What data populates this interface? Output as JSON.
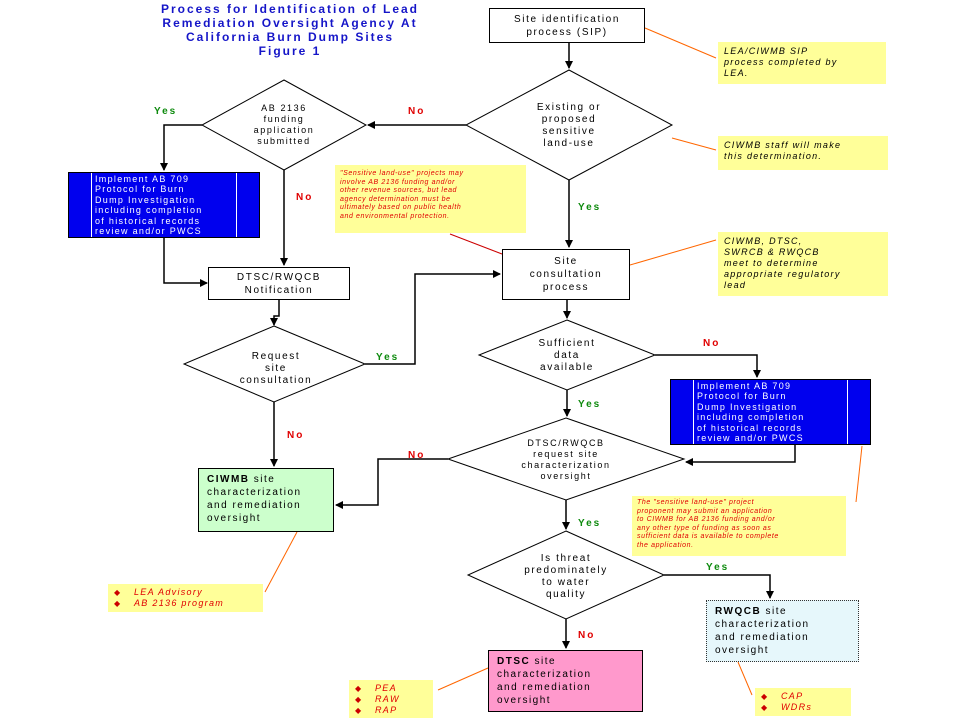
{
  "title": {
    "line1": "Process for Identification of Lead",
    "line2": "Remediation Oversight Agency At",
    "line3": "California Burn Dump Sites",
    "line4": "Figure 1"
  },
  "nodes": {
    "sip": {
      "line1": "Site identification",
      "line2": "process (SIP)"
    },
    "existing": {
      "line1": "Existing or",
      "line2": "proposed",
      "line3": "sensitive",
      "line4": "land-use"
    },
    "ab2136": {
      "line1": "AB 2136",
      "line2": "funding",
      "line3": "application",
      "line4": "submitted"
    },
    "implement_left": {
      "line1": "Implement AB 709",
      "line2": "Protocol for Burn",
      "line3": "Dump Investigation",
      "line4": "including completion",
      "line5": "of historical records",
      "line6": "review and/or PWCS"
    },
    "notification": {
      "line1": "DTSC/RWQCB",
      "line2": "Notification"
    },
    "consultation": {
      "line1": "Site",
      "line2": "consultation",
      "line3": "process"
    },
    "request": {
      "line1": "Request",
      "line2": "site",
      "line3": "consultation"
    },
    "sufficient": {
      "line1": "Sufficient",
      "line2": "data",
      "line3": "available"
    },
    "implement_right": {
      "line1": "Implement AB 709",
      "line2": "Protocol for Burn",
      "line3": "Dump Investigation",
      "line4": "including completion",
      "line5": "of historical records",
      "line6": "review and/or PWCS"
    },
    "dtsc_request": {
      "line1": "DTSC/RWQCB",
      "line2": "request site",
      "line3": "characterization",
      "line4": "oversight"
    },
    "ciwmb": {
      "bold": "CIWMB",
      "rest1": " site",
      "line2": "characterization",
      "line3": "and remediation",
      "line4": "oversight"
    },
    "threat": {
      "line1": "Is threat",
      "line2": "predominately",
      "line3": "to water",
      "line4": "quality"
    },
    "rwqcb": {
      "bold": "RWQCB",
      "rest1": " site",
      "line2": "characterization",
      "line3": "and remediation",
      "line4": "oversight"
    },
    "dtsc_outcome": {
      "bold": "DTSC",
      "rest1": " site",
      "line2": "characterization",
      "line3": "and remediation",
      "line4": "oversight"
    }
  },
  "labels": {
    "yes": "Yes",
    "no": "No"
  },
  "notes": {
    "sip_note": {
      "line1": "LEA/CIWMB SIP",
      "line2": "process completed by",
      "line3": "LEA."
    },
    "staff_note": {
      "line1": "CIWMB staff will make",
      "line2": "this determination."
    },
    "meet_note": {
      "line1": "CIWMB, DTSC,",
      "line2": "SWRCB & RWQCB",
      "line3": "meet to determine",
      "line4": "appropriate regulatory",
      "line5": "lead"
    },
    "sensitive_note": {
      "line1": "\"Sensitive land-use\" projects may",
      "line2": "involve AB 2136 funding and/or",
      "line3": "other revenue sources, but lead",
      "line4": "agency determination must be",
      "line5": "ultimately based on public health",
      "line6": "and environmental protection."
    },
    "proponent_note": {
      "line1": "The \"sensitive land-use\" project",
      "line2": "proponent may submit an application",
      "line3": "to CIWMB for AB 2136 funding and/or",
      "line4": "any other type of funding as soon as",
      "line5": "sufficient data is available to complete",
      "line6": "the application."
    },
    "lea_bullets": [
      "LEA Advisory",
      "AB 2136 program"
    ],
    "pea_bullets": [
      "PEA",
      "RAW",
      "RAP"
    ],
    "cap_bullets": [
      "CAP",
      "WDRs"
    ],
    "bullet_glyph": "◆"
  },
  "colors": {
    "title": "#1515c8",
    "yes": "#0d8a0d",
    "no": "#e00000",
    "note_bg": "#ffff99",
    "implement_bg": "#0000ee",
    "ciwmb_bg": "#ccffcc",
    "rwqcb_bg": "#e6f7fb",
    "dtsc_bg": "#ff99cc",
    "leader": "#ff6600"
  }
}
